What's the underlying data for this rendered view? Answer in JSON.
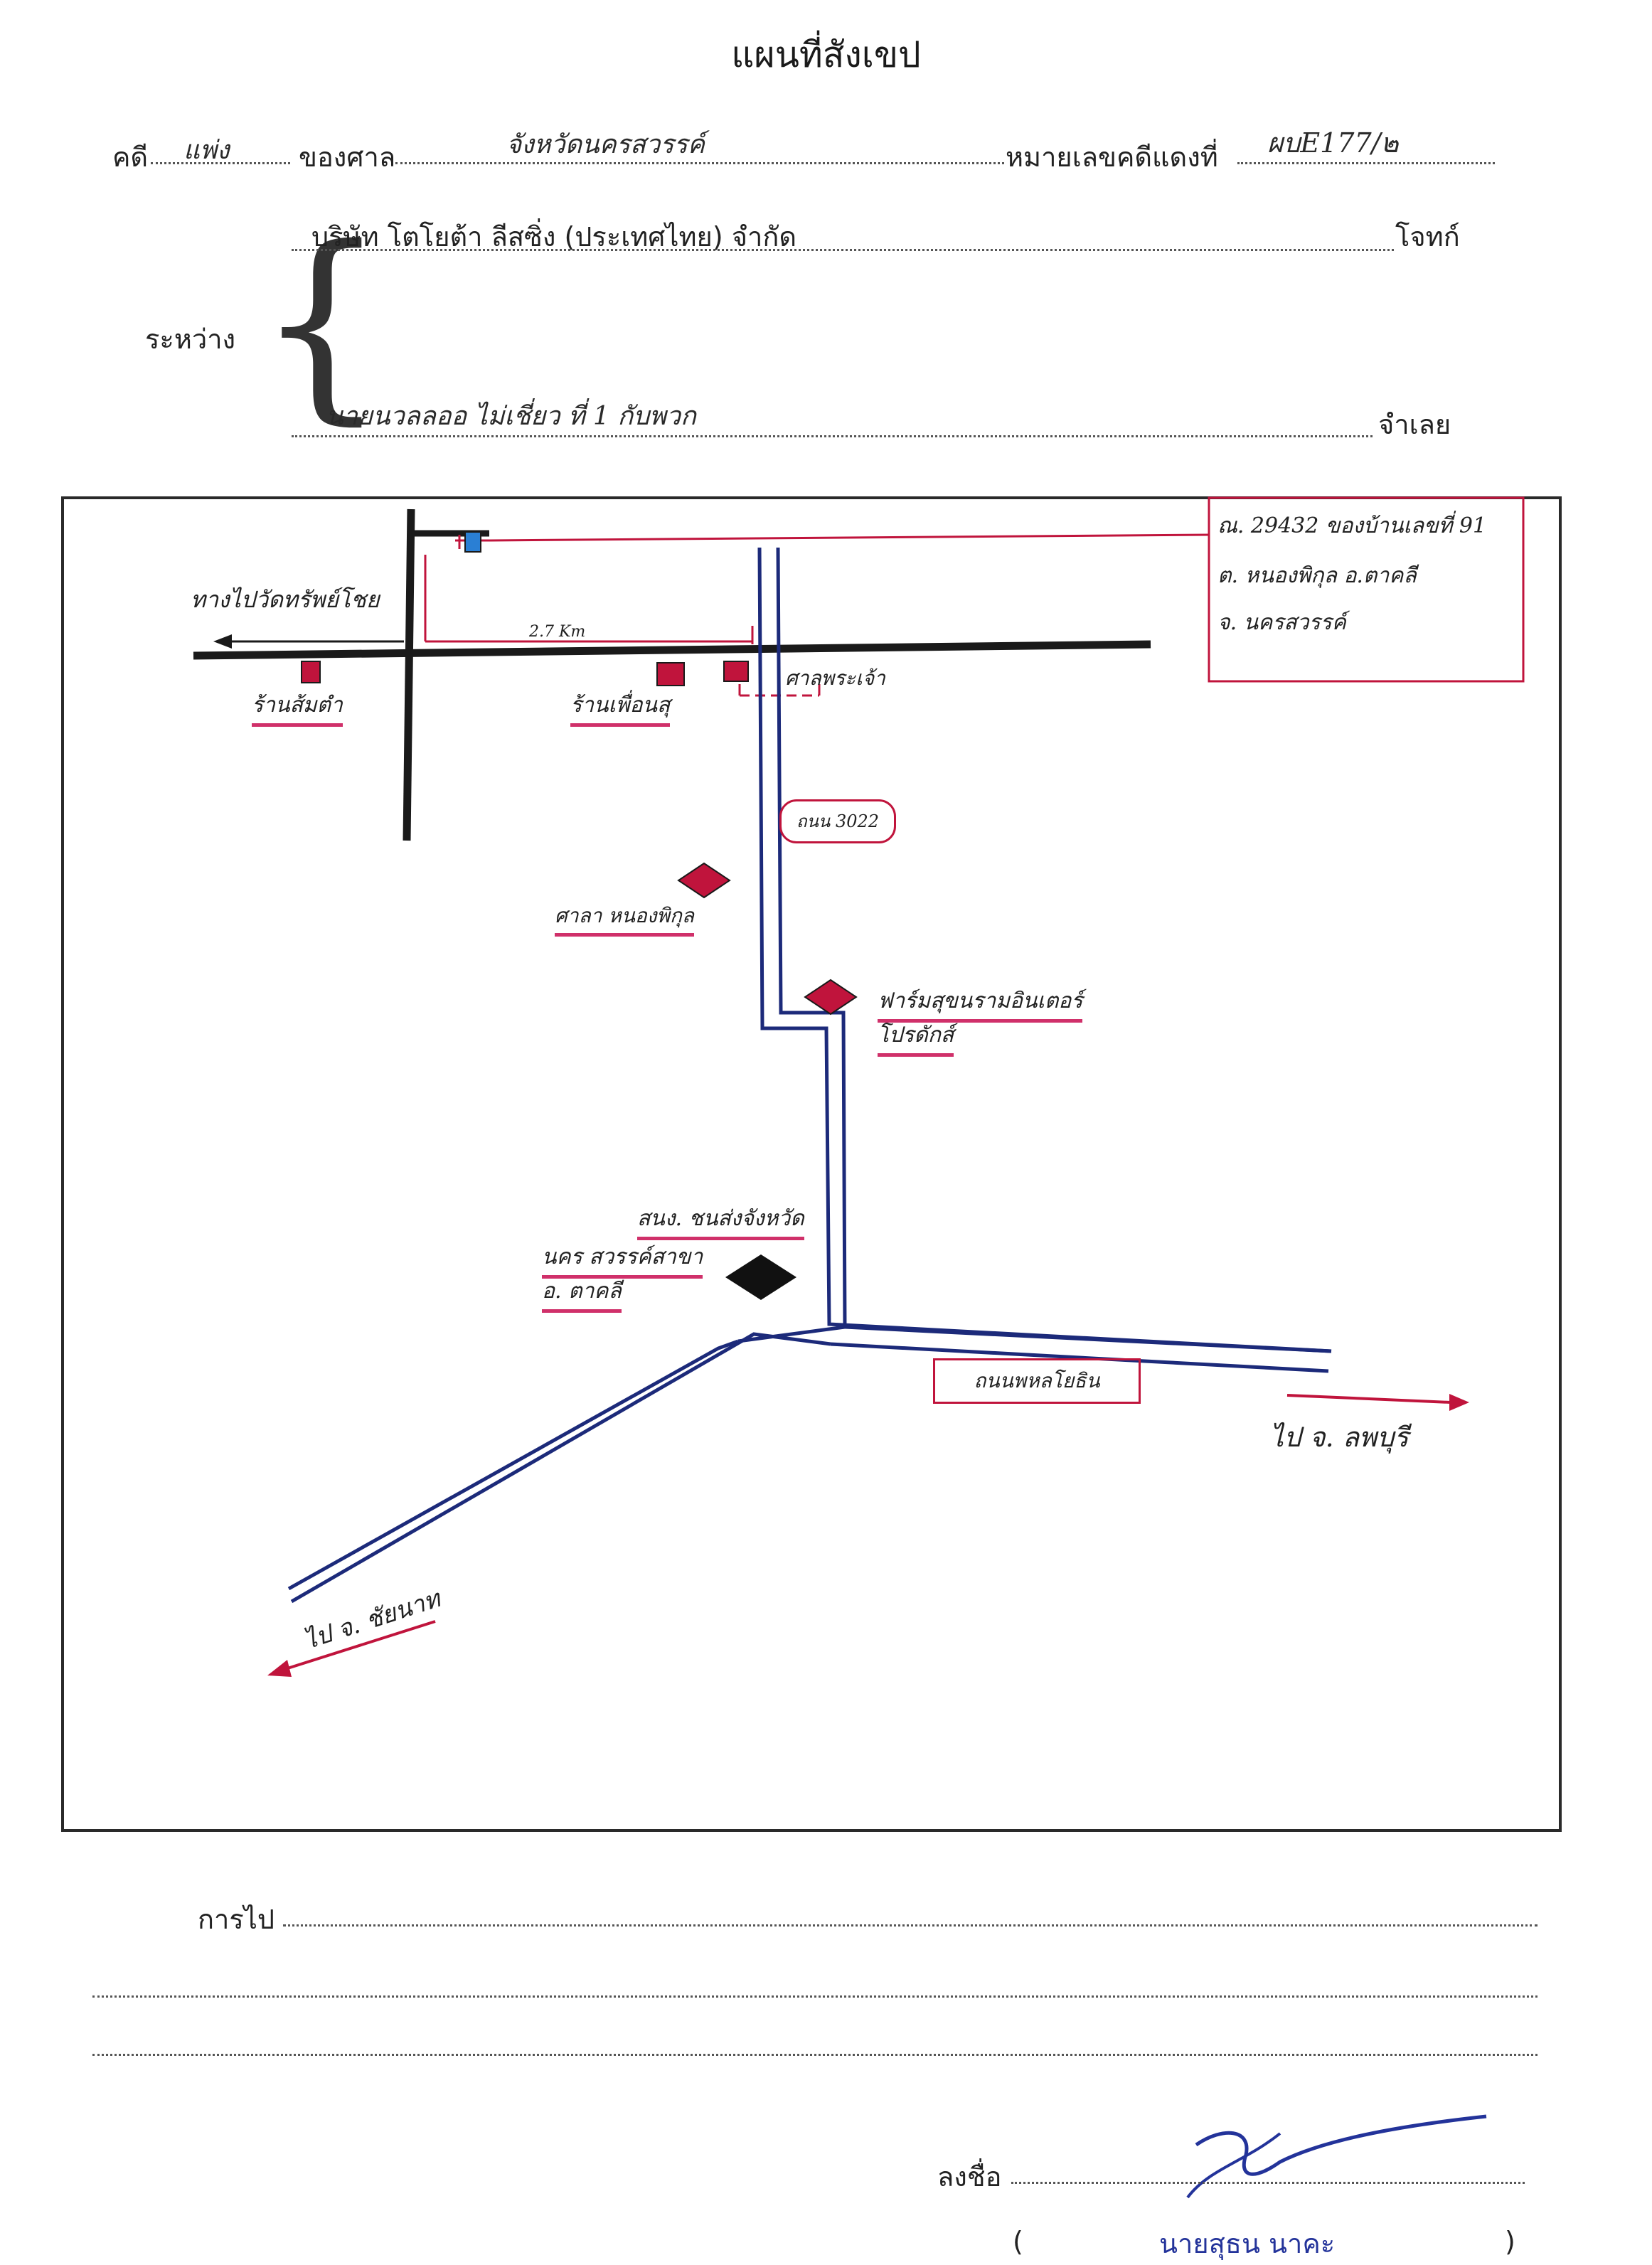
{
  "title": "แผนที่สังเขป",
  "case": {
    "case_label": "คดี",
    "case_type": "แพ่ง",
    "court_label": "ของศาล",
    "court_name": "จังหวัดนครสวรรค์",
    "red_number_label": "หมายเลขคดีแดงที่",
    "red_number": "ผบE177/๒"
  },
  "parties": {
    "between_label": "ระหว่าง",
    "plaintiff_name": "บริษัท โตโยต้า ลีสซิ่ง (ประเทศไทย) จำกัด",
    "plaintiff_label": "โจทก์",
    "defendant_name": "นายนวลลออ ไม่เชี่ยว ที่ 1 กับพวก",
    "defendant_label": "จำเลย"
  },
  "map": {
    "address_box": [
      "ณ. 29432 ของบ้านเลขที่ 91",
      "ต. หนองพิกุล อ.ตาคลี",
      "จ. นครสวรรค์"
    ],
    "to_west": "ทางไปวัดทรัพย์โชย",
    "distance": "2.7 Km",
    "shop_west": "ร้านส้มตำ",
    "shop_center": "ร้านเพื่อนสุ",
    "shrine": "ศาลพระเจ้า",
    "road_3022": "ถนน 3022",
    "sala": "ศาลา หนองพิกุล",
    "farm": [
      "ฟาร์มสุขนรามอินเตอร์",
      "โปรดักส์"
    ],
    "office": [
      "สนง. ชนส่งจังหวัด",
      "นคร สวรรค์สาขา",
      "อ. ตาคลี"
    ],
    "road_phahon": "ถนนพหลโยธิน",
    "to_lopburi": "ไป จ. ลพบุรี",
    "to_chainat": "ไป จ. ชัยนาท"
  },
  "footer": {
    "directions_label": "การไป",
    "sign_label": "ลงชื่อ",
    "signer_name": "นายสุธน นาคะ",
    "paren_open": "(",
    "paren_close": ")"
  },
  "colors": {
    "ink_black": "#1a1a1a",
    "road_blue": "#1c2a7a",
    "marker_red": "#c0143c",
    "highlight_pink": "#d0306a",
    "pin_blue": "#2a7fd4"
  }
}
